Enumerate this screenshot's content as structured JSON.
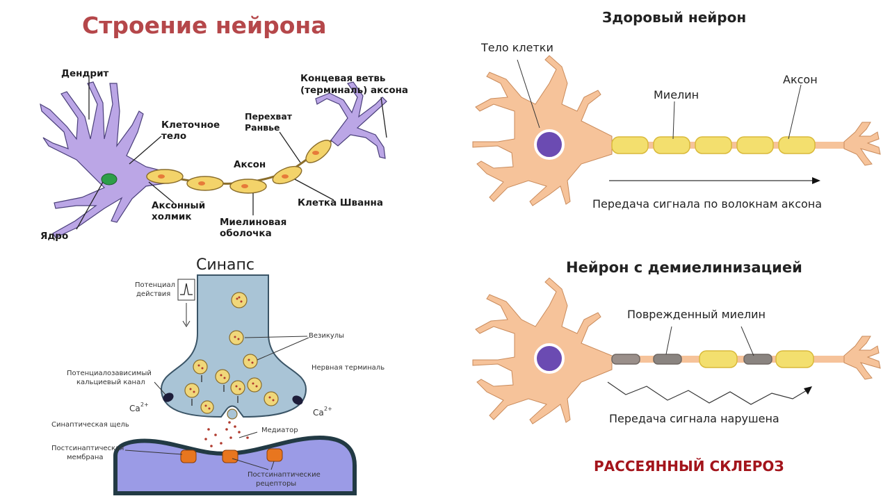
{
  "neuron_structure": {
    "title": "Строение нейрона",
    "labels": {
      "dendrite": "Дендрит",
      "cell_body_1": "Клеточное",
      "cell_body_2": "тело",
      "nucleus": "Ядро",
      "axon_hillock_1": "Аксонный",
      "axon_hillock_2": "холмик",
      "axon": "Аксон",
      "myelin_sheath_1": "Миелиновая",
      "myelin_sheath_2": "оболочка",
      "ranvier_1": "Перехват",
      "ranvier_2": "Ранвье",
      "terminal_1": "Концевая ветвь",
      "terminal_2": "(терминаль) аксона",
      "schwann": "Клетка Шванна"
    }
  },
  "healthy_neuron": {
    "title": "Здоровый нейрон",
    "labels": {
      "cell_body": "Тело клетки",
      "myelin": "Миелин",
      "axon": "Аксон",
      "signal": "Передача сигнала по волокнам аксона"
    }
  },
  "demyelinated_neuron": {
    "title": "Нейрон с демиелинизацией",
    "labels": {
      "damaged_myelin": "Поврежденный миелин",
      "signal": "Передача сигнала нарушена"
    },
    "footer": "РАССЕЯННЫЙ СКЛЕРОЗ"
  },
  "synapse": {
    "title": "Синапс",
    "labels": {
      "action_potential_1": "Потенциал",
      "action_potential_2": "действия",
      "vesicles": "Везикулы",
      "nerve_terminal": "Нервная терминаль",
      "ca_channel_1": "Потенциалозависимый",
      "ca_channel_2": "кальциевый канал",
      "ca_left": "Ca",
      "ca_right": "Ca",
      "ca_charge": "2+",
      "synaptic_cleft": "Синаптическая щель",
      "mediator": "Медиатор",
      "postsyn_membrane_1": "Постсинаптическая",
      "postsyn_membrane_2": "мембрана",
      "postsyn_receptors_1": "Постсинаптические",
      "postsyn_receptors_2": "рецепторы"
    }
  },
  "colors": {
    "title_red": "#b5474a",
    "dendrite_purple": "#bba6e6",
    "neuron_orange": "#f6c39a",
    "myelin_yellow": "#f3df6e",
    "terminal_blue": "#a9c4d6",
    "post_purple": "#9b9be6",
    "ms_red": "#a3141b"
  }
}
